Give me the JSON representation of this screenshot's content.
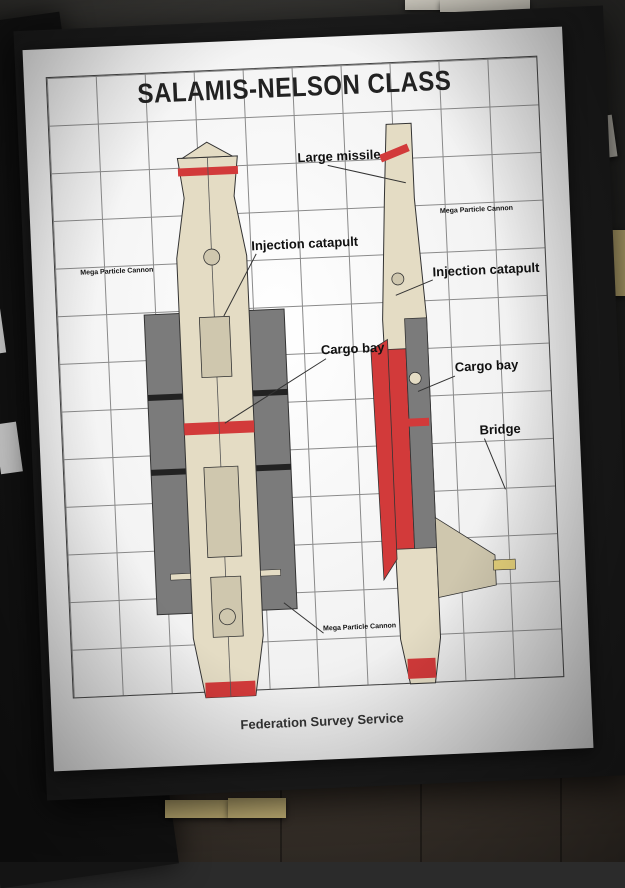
{
  "poster": {
    "title": "SALAMIS-NELSON CLASS",
    "footer": "Federation Survey Service"
  },
  "labels": {
    "large_missile": "Large missile",
    "injection_catapult_left": "Injection catapult",
    "injection_catapult_right": "Injection catapult",
    "cargo_bay_left": "Cargo bay",
    "cargo_bay_right": "Cargo bay",
    "bridge": "Bridge",
    "mega_particle_cannon_left": "Mega Particle Cannon",
    "mega_particle_cannon_right": "Mega Particle Cannon",
    "mega_particle_cannon_bottom": "Mega Particle Cannon"
  },
  "colors": {
    "hull": "#e4dcc4",
    "hull_dark": "#b9b3a0",
    "panel_gray": "#7b7b7b",
    "accent_red": "#d23a3a",
    "paper": "#f4f4f4",
    "board": "#1b1b1b"
  }
}
